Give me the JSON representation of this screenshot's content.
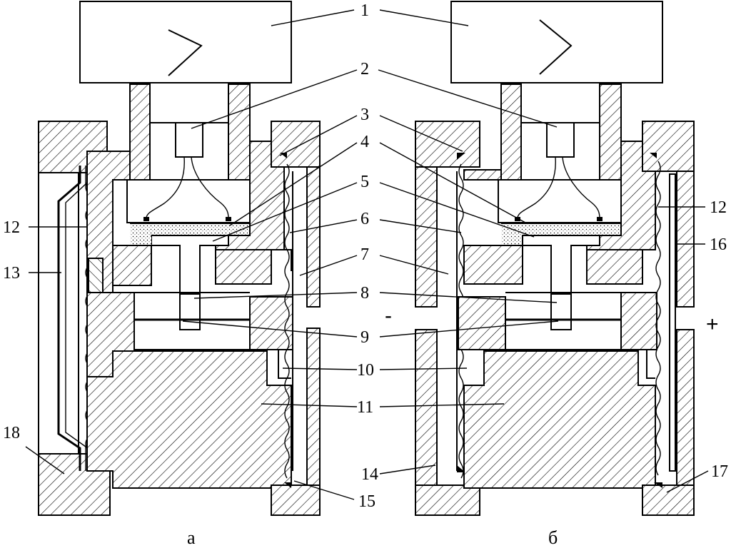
{
  "figure": {
    "panels": [
      {
        "caption": "а"
      },
      {
        "caption": "б"
      }
    ],
    "labels": {
      "l1": "1",
      "l2": "2",
      "l3": "3",
      "l4": "4",
      "l5": "5",
      "l6": "6",
      "l7": "7",
      "l8": "8",
      "l9": "9",
      "l10": "10",
      "l11": "11",
      "l12a": "12",
      "l12b": "12",
      "l13": "13",
      "l14": "14",
      "l15": "15",
      "l16": "16",
      "l17": "17",
      "l18": "18"
    },
    "terminals": {
      "minus": "-",
      "plus": "+"
    }
  }
}
